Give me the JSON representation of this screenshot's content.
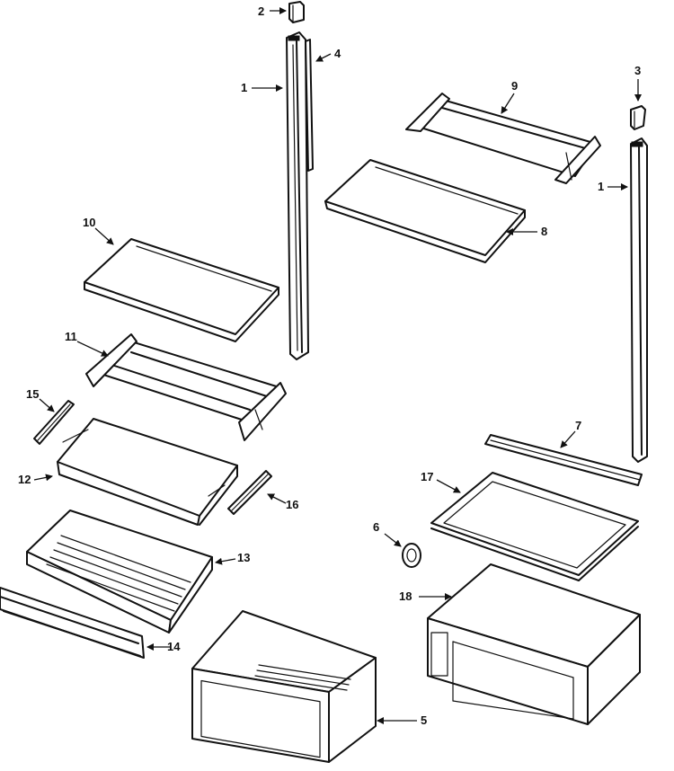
{
  "callouts": {
    "c1a": "1",
    "c1b": "1",
    "c2": "2",
    "c3": "3",
    "c4": "4",
    "c5": "5",
    "c6": "6",
    "c7": "7",
    "c8": "8",
    "c9": "9",
    "c10": "10",
    "c11": "11",
    "c12": "12",
    "c13": "13",
    "c14": "14",
    "c15": "15",
    "c16": "16",
    "c17": "17",
    "c18": "18"
  }
}
